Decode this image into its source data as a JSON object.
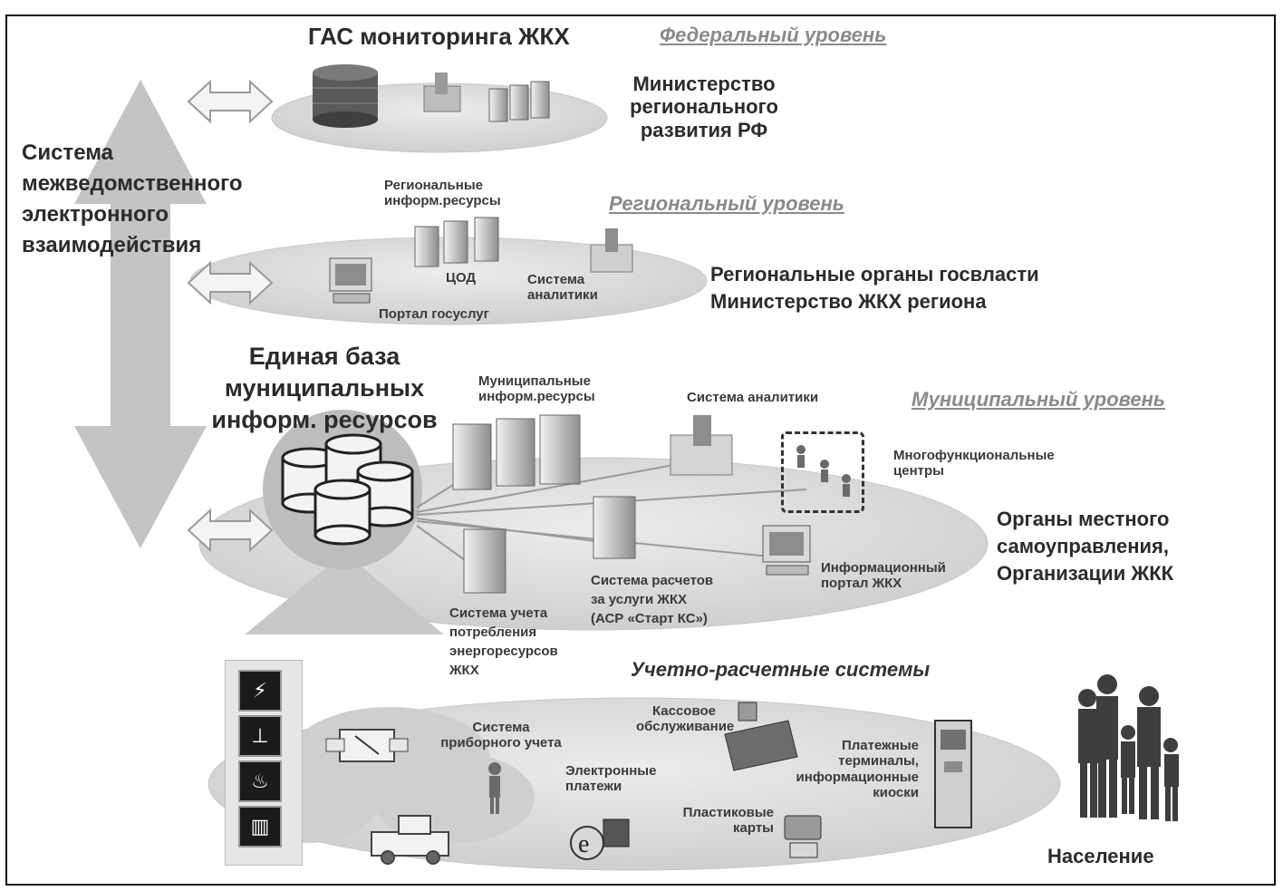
{
  "title": "ГАС  мониторинга ЖКХ",
  "levels": {
    "federal": "Федеральный уровень",
    "regional": "Региональный уровень",
    "municipal": "Муниципальный уровень",
    "accounting": "Учетно-расчетные системы"
  },
  "system_label": [
    "Система",
    "межведомственного",
    "электронного",
    "взаимодействия"
  ],
  "federal": {
    "ministry": [
      "Министерство",
      "регионального",
      "развития РФ"
    ]
  },
  "regional": {
    "resources": [
      "Региональные",
      "информ.ресурсы"
    ],
    "cod": "ЦОД",
    "analytics": [
      "Система",
      "аналитики"
    ],
    "portal": "Портал госуслуг",
    "authorities": [
      "Региональные органы госвласти",
      "Министерство ЖКХ региона"
    ]
  },
  "municipal": {
    "db_title": [
      "Единая база",
      "муниципальных",
      "информ. ресурсов"
    ],
    "resources": [
      "Муниципальные",
      "информ.ресурсы"
    ],
    "analytics": "Система аналитики",
    "mfc": [
      "Многофункциональные",
      "центры"
    ],
    "local_gov": [
      "Органы местного",
      "самоуправления,",
      "Организации ЖКК"
    ],
    "portal": [
      "Информационный",
      "портал ЖКХ"
    ],
    "billing": [
      "Система расчетов",
      "за услуги ЖКХ",
      "(АСР «Старт КС»)"
    ],
    "metering": [
      "Система учета",
      "потребления",
      "энергоресурсов",
      "ЖКХ"
    ]
  },
  "accounting": {
    "metering": [
      "Система",
      "приборного учета"
    ],
    "cash": [
      "Кассовое",
      "обслуживание"
    ],
    "epay": [
      "Электронные",
      "платежи"
    ],
    "cards": [
      "Пластиковые",
      "карты"
    ],
    "terminals": [
      "Платежные",
      "терминалы,",
      "информационные",
      "киоски"
    ],
    "population": "Население"
  },
  "icons": [
    "database-icon",
    "server-icon",
    "computer-icon",
    "analytics-icon",
    "kiosk-icon",
    "cash-register-icon",
    "card-icon",
    "people-icon",
    "meter-icon",
    "truck-icon",
    "electricity-icon",
    "water-tap-icon",
    "gas-icon",
    "radiator-icon",
    "internet-icon"
  ],
  "colors": {
    "ellipse": "#dcdcdc",
    "arrow": "#c4c4c4",
    "text": "#2b2b2b",
    "level": "#8a8a8a"
  }
}
